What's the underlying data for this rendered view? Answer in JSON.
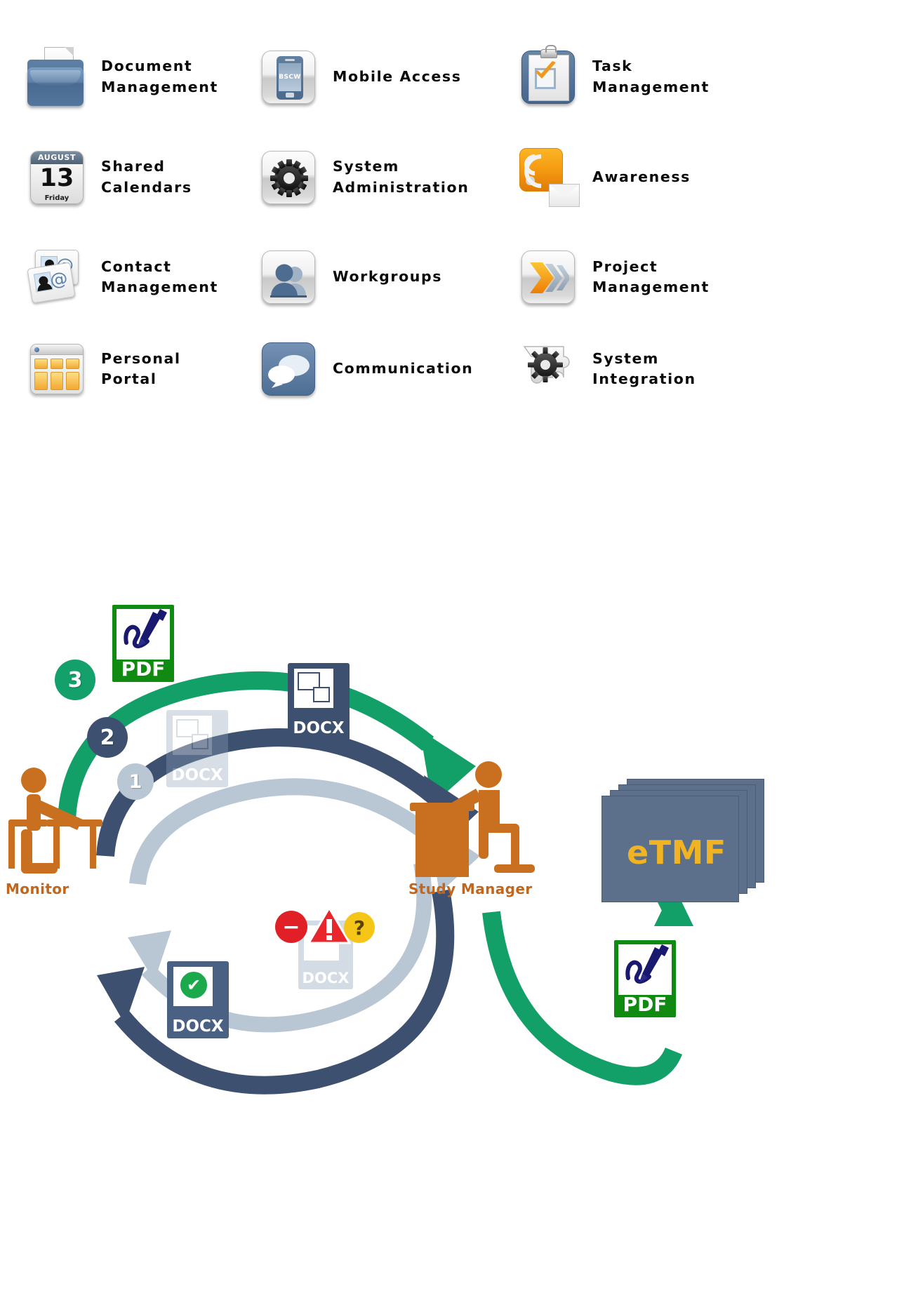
{
  "features": {
    "items": [
      {
        "label": "Document\nManagement",
        "icon": "folder-document-icon"
      },
      {
        "label": "Mobile Access",
        "icon": "mobile-phone-icon",
        "screen_text": "BSCW"
      },
      {
        "label": "Task\nManagement",
        "icon": "clipboard-checkmark-icon"
      },
      {
        "label": "Shared\nCalendars",
        "icon": "calendar-icon",
        "month": "AUGUST",
        "day": "13",
        "weekday": "Friday"
      },
      {
        "label": "System\nAdministration",
        "icon": "gear-icon"
      },
      {
        "label": "Awareness",
        "icon": "rss-envelope-icon"
      },
      {
        "label": "Contact\nManagement",
        "icon": "contact-cards-icon",
        "at_symbol": "@"
      },
      {
        "label": "Workgroups",
        "icon": "users-group-icon"
      },
      {
        "label": "Project\nManagement",
        "icon": "chevrons-forward-icon"
      },
      {
        "label": "Personal\nPortal",
        "icon": "dashboard-window-icon"
      },
      {
        "label": "Communication",
        "icon": "speech-bubbles-icon"
      },
      {
        "label": "System\nIntegration",
        "icon": "puzzle-gear-icon"
      }
    ]
  },
  "workflow": {
    "roles": {
      "monitor": "Monitor",
      "study_manager": "Study Manager"
    },
    "steps": [
      {
        "number": "1",
        "color": "#b9c6d4"
      },
      {
        "number": "2",
        "color": "#3d5070"
      },
      {
        "number": "3",
        "color": "#13a06a"
      }
    ],
    "documents": [
      {
        "type": "DOCX",
        "state": "draft-faded",
        "name": "docx-draft-icon"
      },
      {
        "type": "DOCX",
        "state": "submitted",
        "name": "docx-submitted-icon"
      },
      {
        "type": "PDF",
        "state": "signed",
        "name": "pdf-signed-icon"
      },
      {
        "type": "DOCX",
        "state": "rejected",
        "name": "docx-rejected-icon"
      },
      {
        "type": "DOCX",
        "state": "approved",
        "name": "docx-approved-icon"
      },
      {
        "type": "PDF",
        "state": "archived",
        "name": "pdf-archive-icon"
      }
    ],
    "archive": {
      "label": "eTMF",
      "name": "etmf-archive-stack"
    },
    "status_icons": [
      {
        "name": "minus-error-badge",
        "glyph": "−",
        "color": "#e01f26"
      },
      {
        "name": "warning-badge",
        "glyph": "!",
        "color": "#e8262c"
      },
      {
        "name": "question-badge",
        "glyph": "?",
        "color": "#f5c518"
      },
      {
        "name": "approved-check-badge",
        "glyph": "✔",
        "color": "#1ba94c"
      }
    ],
    "colors": {
      "green_arrow": "#12a068",
      "dark_blue_arrow": "#3d5070",
      "light_blue_arrow": "#b9c6d4",
      "person_orange": "#c8701f",
      "etmf_fill": "#5c708c",
      "etmf_text": "#f0b323"
    }
  }
}
